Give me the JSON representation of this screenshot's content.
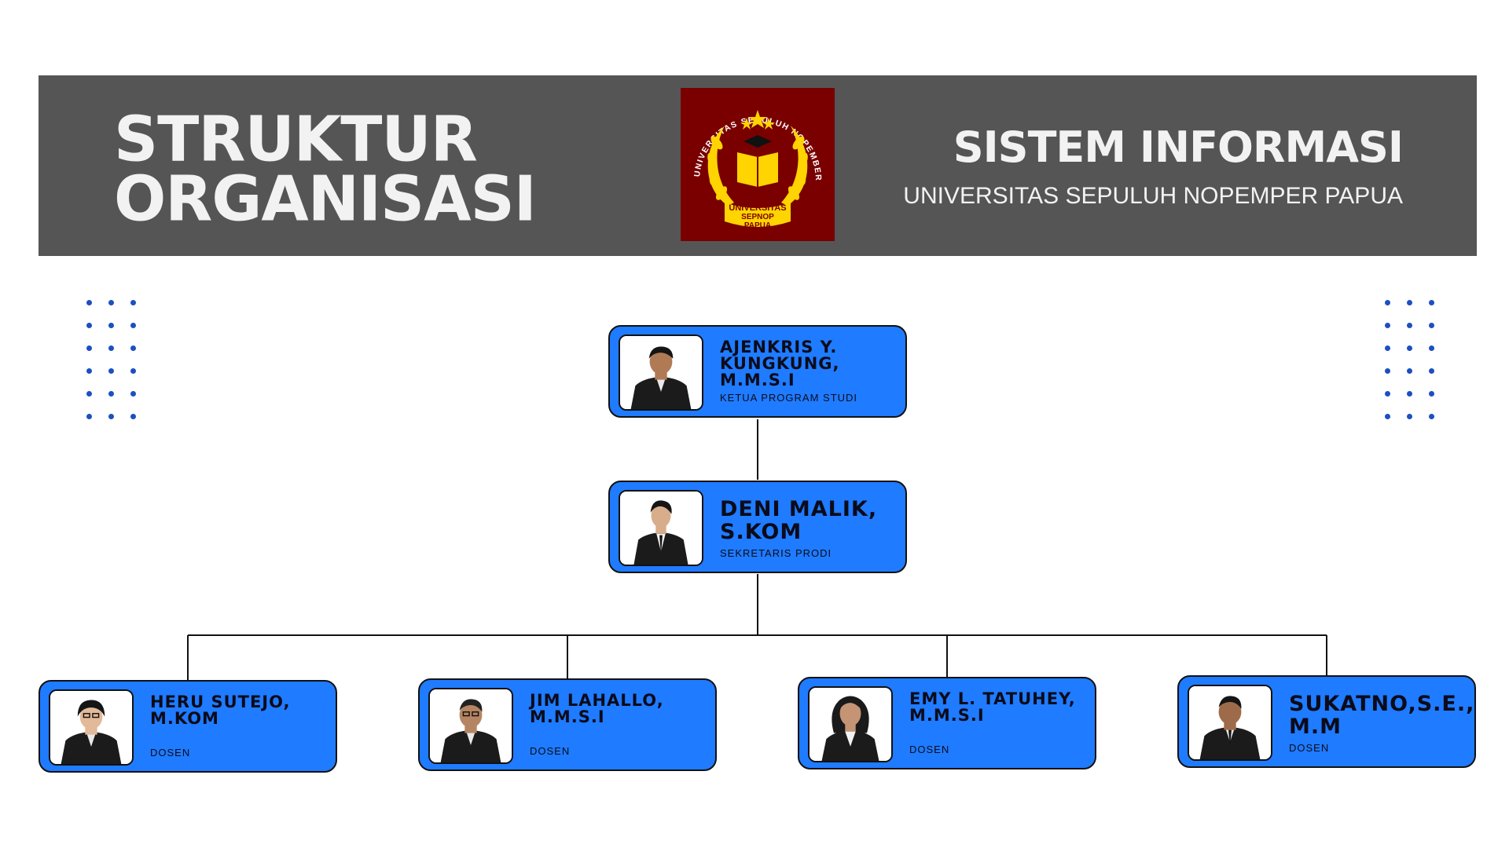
{
  "header": {
    "title_line1": "STRUKTUR",
    "title_line2": "ORGANISASI",
    "program": "SISTEM INFORMASI",
    "university": "UNIVERSITAS SEPULUH NOPEMPER PAPUA"
  },
  "logo": {
    "ring_text": "UNIVERSITAS SEPULUH NOPEMBER PAPUA",
    "line1": "UNIVERSITAS",
    "line2": "SEPNOP",
    "line3": "PAPUA",
    "colors": {
      "background": "#7a0000",
      "gold": "#ffd400"
    }
  },
  "colors": {
    "banner": "#555555",
    "card": "#1f7bff",
    "dots": "#1c4fc2"
  },
  "people": {
    "ketua": {
      "name": "AJENKRIS Y. KUNGKUNG, M.M.S.I",
      "role": "KETUA PROGRAM STUDI"
    },
    "sekretaris": {
      "name": "DENI MALIK, S.KOM",
      "role": "SEKRETARIS PRODI"
    },
    "dosen1": {
      "name": "HERU SUTEJO, M.KOM",
      "role": "DOSEN"
    },
    "dosen2": {
      "name": "JIM LAHALLO, M.M.S.I",
      "role": "DOSEN"
    },
    "dosen3": {
      "name": "EMY L. TATUHEY, M.M.S.I",
      "role": "DOSEN"
    },
    "dosen4": {
      "name": "SUKATNO,S.E., M.M",
      "role": "DOSEN"
    }
  }
}
